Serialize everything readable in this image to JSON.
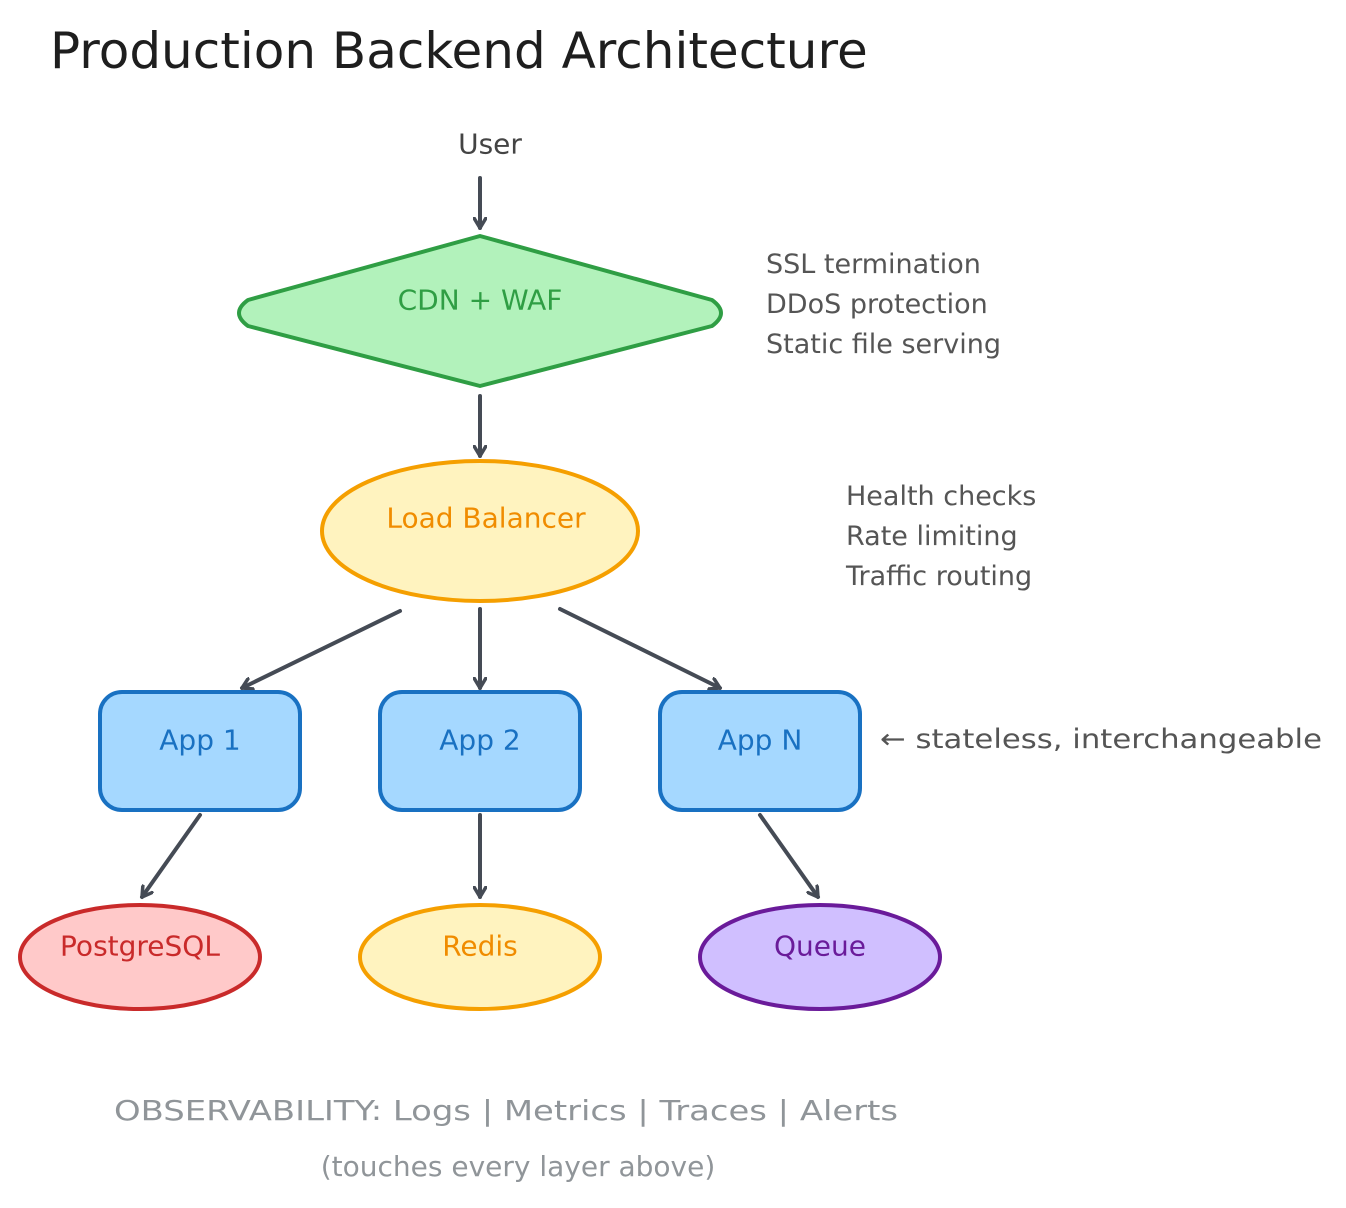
{
  "title": "Production Backend Architecture",
  "nodes": {
    "user": "User",
    "cdn": "CDN + WAF",
    "lb": "Load Balancer",
    "app1": "App 1",
    "app2": "App 2",
    "appn": "App N",
    "postgres": "PostgreSQL",
    "redis": "Redis",
    "queue": "Queue"
  },
  "notes": {
    "cdn": [
      "SSL termination",
      "DDoS protection",
      "Static file serving"
    ],
    "lb": [
      "Health checks",
      "Rate limiting",
      "Traffic routing"
    ],
    "apps": "← stateless, interchangeable"
  },
  "footer": {
    "line1": "OBSERVABILITY: Logs | Metrics | Traces | Alerts",
    "line2": "(touches every layer above)"
  },
  "colors": {
    "cdn": {
      "fill": "#b2f2bb",
      "stroke": "#2f9e44",
      "text": "#2f9e44"
    },
    "lb": {
      "fill": "#fff3bf",
      "stroke": "#f59f00",
      "text": "#f08c00"
    },
    "app": {
      "fill": "#a5d8ff",
      "stroke": "#1971c2",
      "text": "#1971c2"
    },
    "postgres": {
      "fill": "#ffc9c9",
      "stroke": "#c92a2a",
      "text": "#c92a2a"
    },
    "redis": {
      "fill": "#fff3bf",
      "stroke": "#f59f00",
      "text": "#f08c00"
    },
    "queue": {
      "fill": "#d0bfff",
      "stroke": "#6a1b9a",
      "text": "#6a1b9a"
    },
    "arrow": "#454b55",
    "footer": "#909599"
  }
}
